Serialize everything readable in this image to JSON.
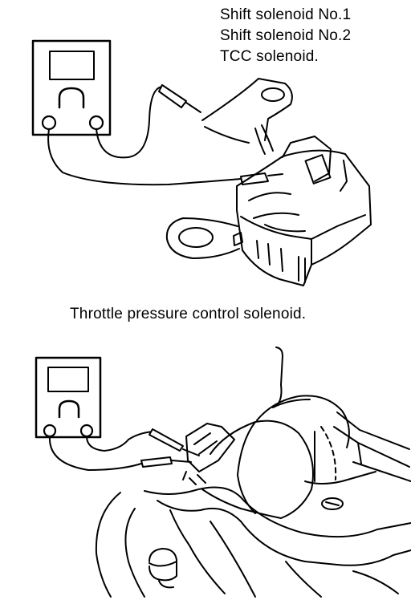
{
  "top_diagram": {
    "labels": [
      "Shift solenoid No.1",
      "Shift solenoid No.2",
      "TCC solenoid."
    ]
  },
  "bottom_diagram": {
    "caption": "Throttle pressure control solenoid."
  },
  "colors": {
    "ink": "#000000",
    "paper": "#ffffff"
  }
}
